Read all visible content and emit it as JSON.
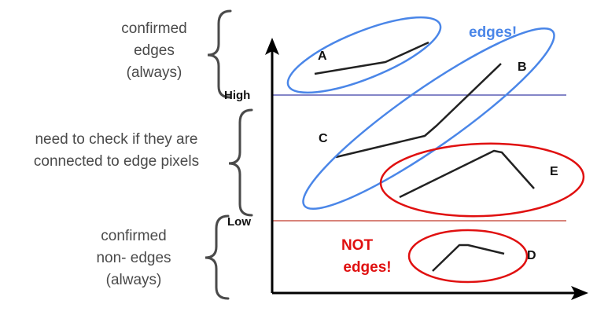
{
  "left_annotations": {
    "top": [
      "confirmed",
      "edges",
      "(always)"
    ],
    "middle": [
      "need to check if they are",
      "connected to edge pixels"
    ],
    "bottom": [
      "confirmed",
      "non- edges",
      "(always)"
    ]
  },
  "thresholds": {
    "high_label": "High",
    "low_label": "Low",
    "high_color": "#3a3fa8",
    "low_color": "#c0392b"
  },
  "curve_labels": {
    "a": "A",
    "b": "B",
    "c": "C",
    "d": "D",
    "e": "E"
  },
  "callouts": {
    "edges": "edges!",
    "edges_color": "#4a86e8",
    "not_edges": [
      "NOT",
      "edges!"
    ],
    "not_edges_color": "#e01010"
  },
  "colors": {
    "blue_ellipse": "#4a86e8",
    "red_ellipse": "#e01010",
    "axis": "#000000"
  }
}
